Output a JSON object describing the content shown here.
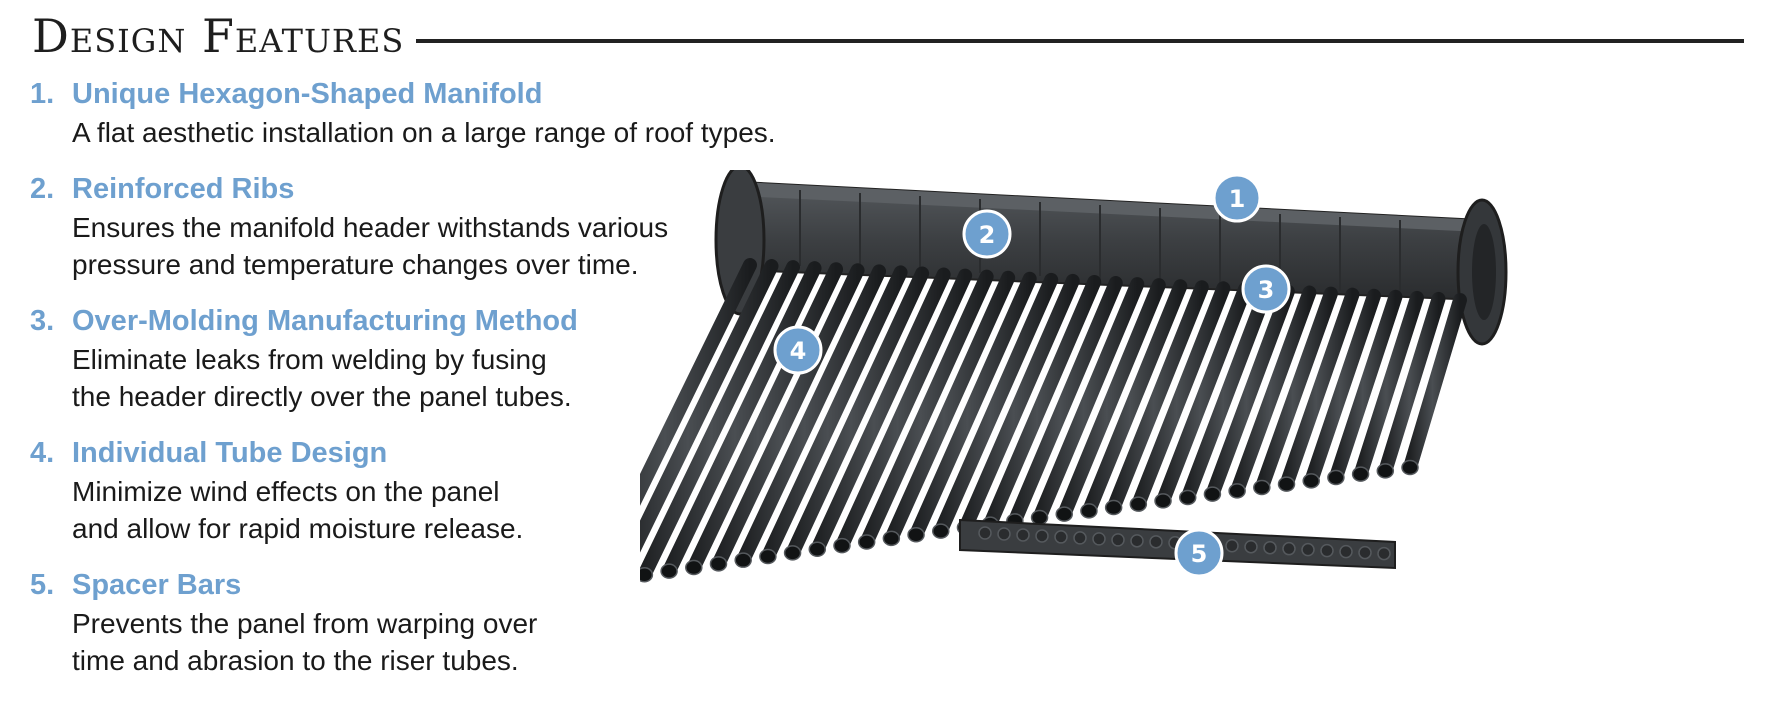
{
  "header": {
    "title": "Design Features"
  },
  "features": [
    {
      "number": "1.",
      "title": "Unique Hexagon-Shaped Manifold",
      "lines": [
        "A flat aesthetic installation on a large range of roof types."
      ]
    },
    {
      "number": "2.",
      "title": "Reinforced Ribs",
      "lines": [
        "Ensures the manifold header withstands various",
        "pressure and temperature changes over time."
      ]
    },
    {
      "number": "3.",
      "title": "Over-Molding Manufacturing Method",
      "lines": [
        "Eliminate leaks from welding by fusing",
        "the header directly over the panel tubes."
      ]
    },
    {
      "number": "4.",
      "title": "Individual Tube Design",
      "lines": [
        "Minimize wind effects on the panel",
        "and allow for rapid moisture release."
      ]
    },
    {
      "number": "5.",
      "title": "Spacer Bars",
      "lines": [
        "Prevents the panel from warping over",
        "time and abrasion to the riser tubes."
      ]
    }
  ],
  "illustration": {
    "callouts": [
      "1",
      "2",
      "3",
      "4",
      "5"
    ],
    "colors": {
      "callout": "#6ea0cf",
      "panel": "#3a3d40",
      "accent": "#6ea0cf"
    }
  }
}
